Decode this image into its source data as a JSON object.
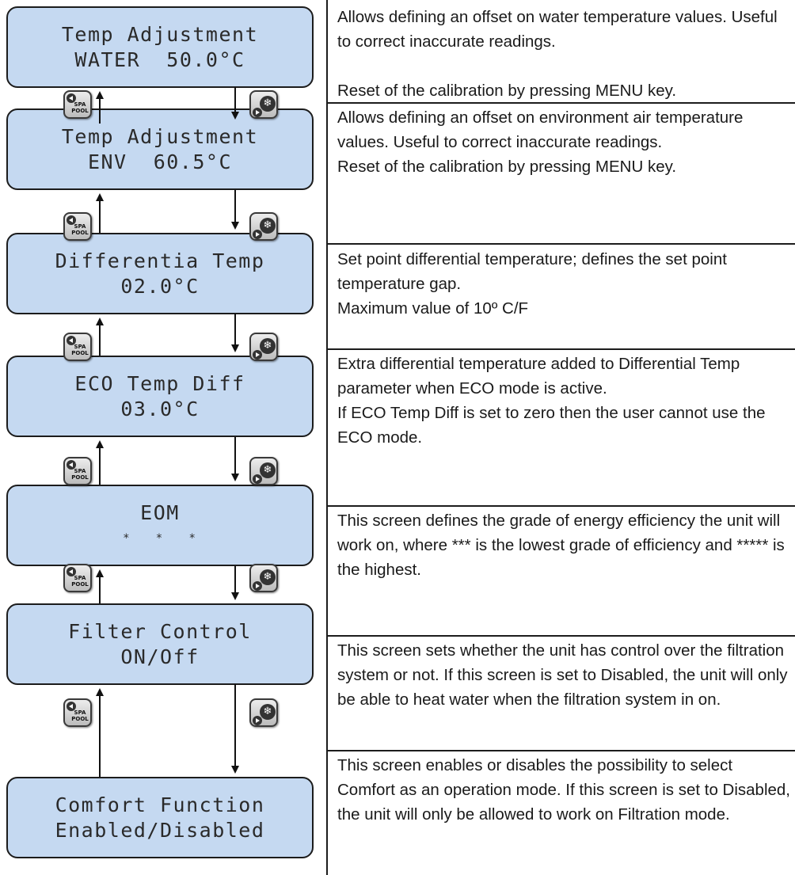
{
  "screens": [
    {
      "line1": "Temp Adjustment",
      "line2": "WATER  50.0°C"
    },
    {
      "line1": "Temp Adjustment",
      "line2": "ENV  60.5°C"
    },
    {
      "line1": "Differentia Temp",
      "line2": "02.0°C"
    },
    {
      "line1": "ECO Temp Diff",
      "line2": "03.0°C"
    },
    {
      "line1": "EOM",
      "line2": "*   *   *"
    },
    {
      "line1": "Filter Control",
      "line2": "ON/Off"
    },
    {
      "line1": "Comfort Function",
      "line2": "Enabled/Disabled"
    }
  ],
  "descriptions": [
    {
      "p1": "Allows defining an offset on water temperature values. Useful to correct inaccurate readings.",
      "p2": "Reset of the calibration by pressing MENU key."
    },
    {
      "p1": "Allows defining an offset on environment air temperature values. Useful to correct inaccurate readings.",
      "p2": "Reset of the calibration by pressing MENU key."
    },
    {
      "p1": "Set point differential temperature; defines the set point temperature gap.",
      "p2": "Maximum value of 10º C/F"
    },
    {
      "p1": "Extra differential temperature added to Differential Temp parameter when ECO mode is active.",
      "p2": "If ECO Temp Diff is set to zero then the user cannot use the ECO mode."
    },
    {
      "p1": "This screen defines the grade of energy efficiency the unit will work on, where *** is the lowest grade of efficiency and ***** is the highest."
    },
    {
      "p1": "This screen sets whether the unit has control over the filtration system or not. If this screen is set to Disabled, the unit will only be able to heat water when the filtration system in on."
    },
    {
      "p1": "This screen enables or disables the possibility to select Comfort as an operation mode. If this screen is set to Disabled, the unit will only be allowed to work on Filtration mode."
    }
  ],
  "keys": {
    "up_key_label": "SPA POOL",
    "up_key_icon": "spa-pool-key-icon",
    "down_key_icon": "snowflake-key-icon",
    "down_key_glyph": "❄"
  }
}
